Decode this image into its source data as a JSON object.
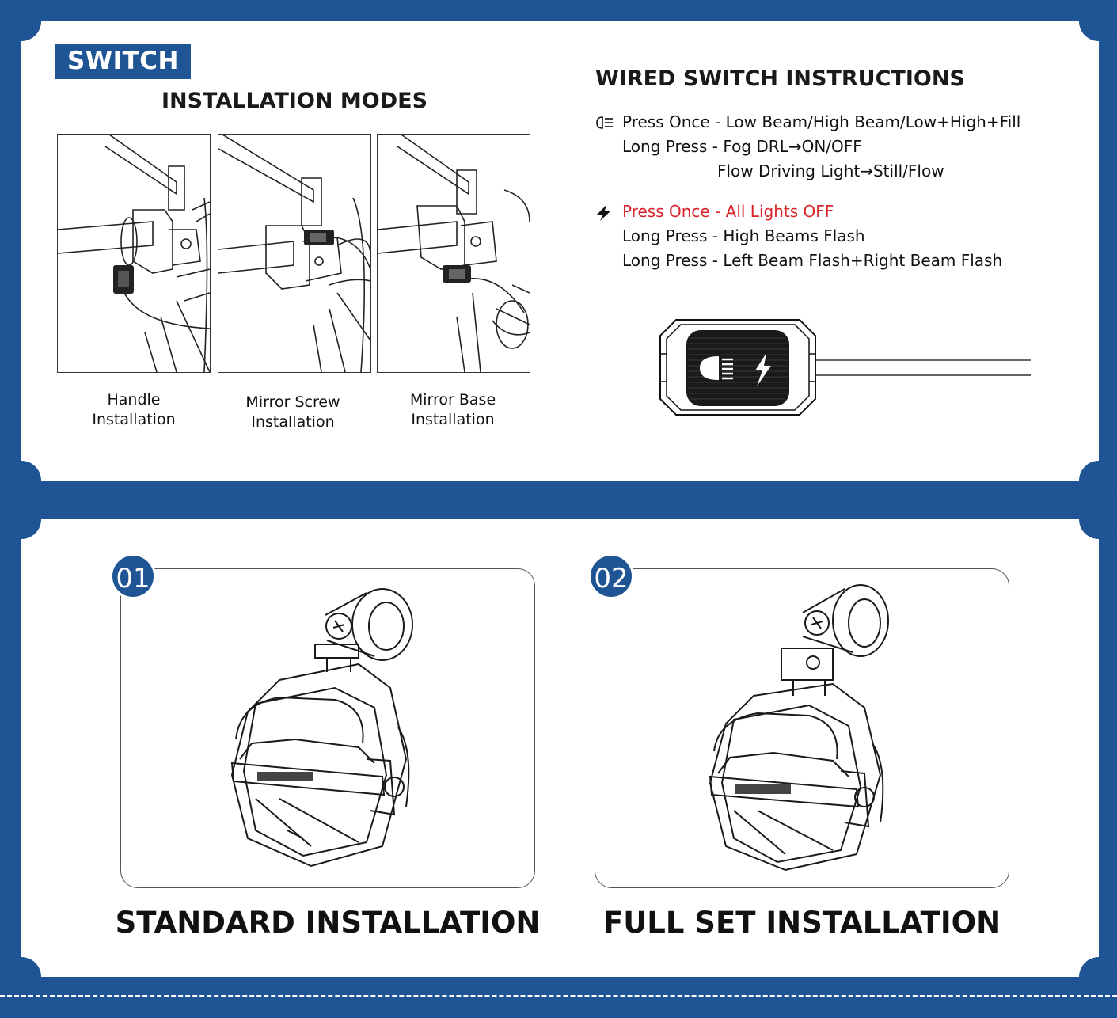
{
  "switch_section": {
    "tag": "SWITCH",
    "installation_title": "INSTALLATION MODES",
    "captions": [
      {
        "line1": "Handle",
        "line2": "Installation"
      },
      {
        "line1": "Mirror Screw",
        "line2": "Installation"
      },
      {
        "line1": "Mirror Base",
        "line2": "Installation"
      }
    ]
  },
  "wired_instructions": {
    "title": "WIRED SWITCH INSTRUCTIONS",
    "light_button": {
      "icon": "headlight-icon",
      "press_once": "Press Once - Low Beam/High Beam/Low+High+Fill",
      "long_press": "Long Press - Fog DRL→ON/OFF",
      "long_press_cont": "Flow Driving Light→Still/Flow"
    },
    "flash_button": {
      "icon": "lightning-icon",
      "press_once": "Press Once - All Lights OFF",
      "long_press_1": "Long Press - High Beams Flash",
      "long_press_2": "Long Press - Left Beam Flash+Right Beam Flash"
    },
    "accent_red": "#d8232a"
  },
  "modes": [
    {
      "number": "01",
      "label": "STANDARD INSTALLATION"
    },
    {
      "number": "02",
      "label": "FULL SET INSTALLATION"
    }
  ],
  "colors": {
    "brand_blue": "#1f5595",
    "panel": "#ffffff"
  }
}
